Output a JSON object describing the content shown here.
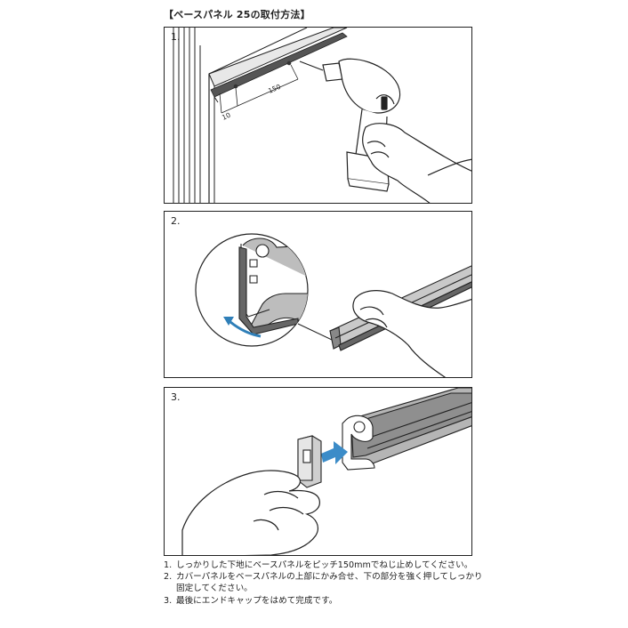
{
  "title": "【ベースパネル 25の取付方法】",
  "steps": [
    {
      "number": "1.",
      "dim_large": "150",
      "dim_small": "10"
    },
    {
      "number": "2."
    },
    {
      "number": "3."
    }
  ],
  "instructions": [
    {
      "number": "1.",
      "text": "しっかりした下地にベースパネルをピッチ150mmでねじ止めしてください。"
    },
    {
      "number": "2.",
      "text": "カバーパネルをベースパネルの上部にかみ合せ、下の部分を強く押してしっかり固定してください。"
    },
    {
      "number": "3.",
      "text": "最後にエンドキャップをはめて完成です。"
    }
  ],
  "colors": {
    "line": "#222222",
    "metal": "#9a9a9a",
    "arrow": "#2f7fb8",
    "arrow3": "#3c8cc8"
  }
}
